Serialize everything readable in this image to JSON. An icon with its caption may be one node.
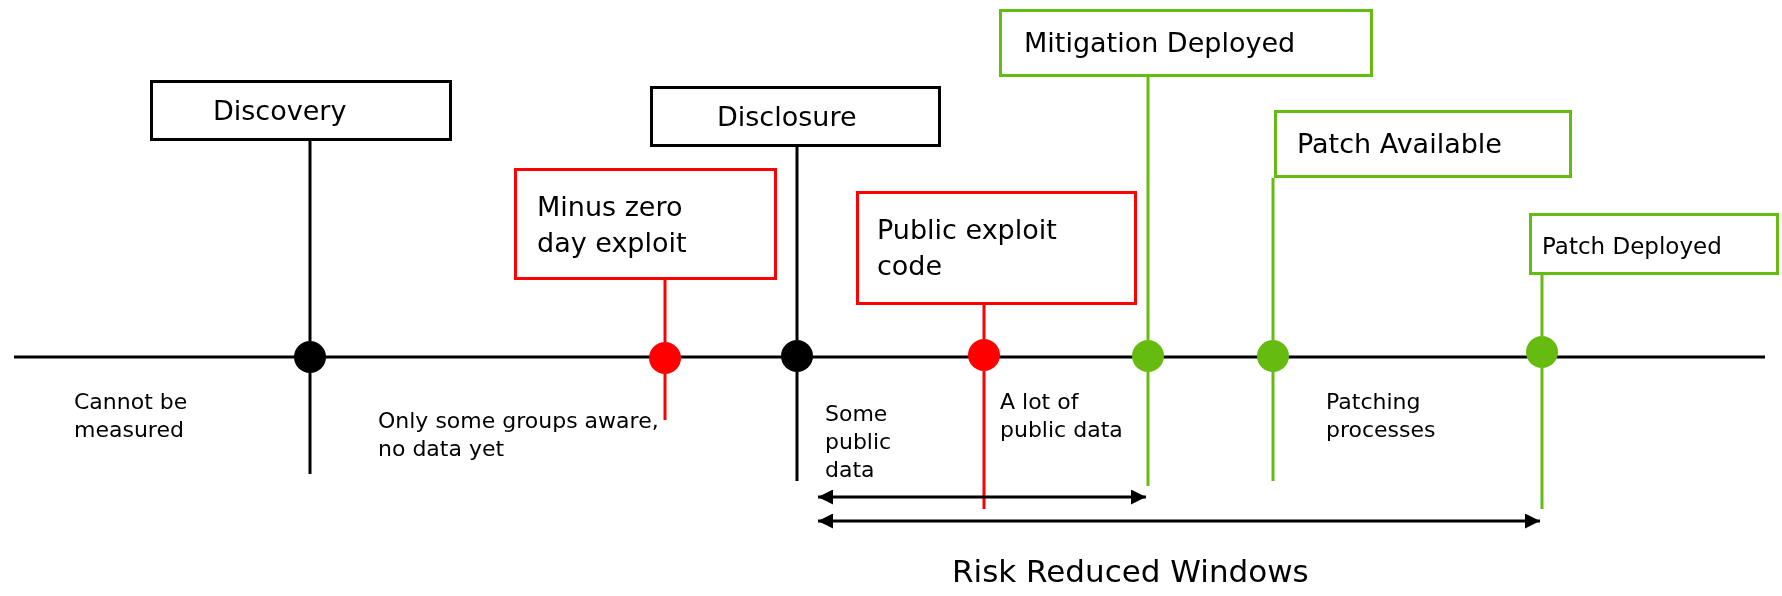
{
  "diagram": {
    "nodes": [
      {
        "text": [
          "Discovery"
        ]
      },
      {
        "text": [
          "Minus zero day exploit"
        ]
      },
      {
        "text": [
          "Disclosure"
        ]
      },
      {
        "text": [
          "Public exploit code"
        ]
      },
      {
        "text": [
          "Mitigation Deployed"
        ]
      },
      {
        "text": [
          "Patch Available"
        ]
      },
      {
        "text": [
          "Patch Deployed"
        ]
      },
      {
        "text": [],
        "shape": "circle"
      },
      {
        "text": [],
        "shape": "circle"
      },
      {
        "text": [],
        "shape": "circle"
      },
      {
        "text": [],
        "shape": "circle"
      },
      {
        "text": [],
        "shape": "circle"
      },
      {
        "text": [],
        "shape": "circle"
      },
      {
        "text": [],
        "shape": "circle"
      }
    ],
    "edges": [
      {
        "from": 0,
        "to": 7,
        "arrow": "none",
        "color": "#000000"
      },
      {
        "from": 1,
        "to": 8,
        "arrow": "none",
        "color": "#ff0000"
      },
      {
        "from": 2,
        "to": 9,
        "arrow": "none",
        "color": "#000000"
      },
      {
        "from": 3,
        "to": 10,
        "arrow": "none",
        "color": "#ff0000"
      },
      {
        "from": 4,
        "to": 11,
        "arrow": "none"
      },
      {
        "from": 5,
        "to": 12,
        "arrow": "none"
      },
      {
        "from": 6,
        "to": 13,
        "arrow": "none"
      }
    ],
    "labels": [
      "Cannot be measured",
      "Only some groups aware, no data yet",
      "Some public data",
      "A lot of public data",
      "Patching processes",
      "Risk Reduced Windows"
    ]
  }
}
